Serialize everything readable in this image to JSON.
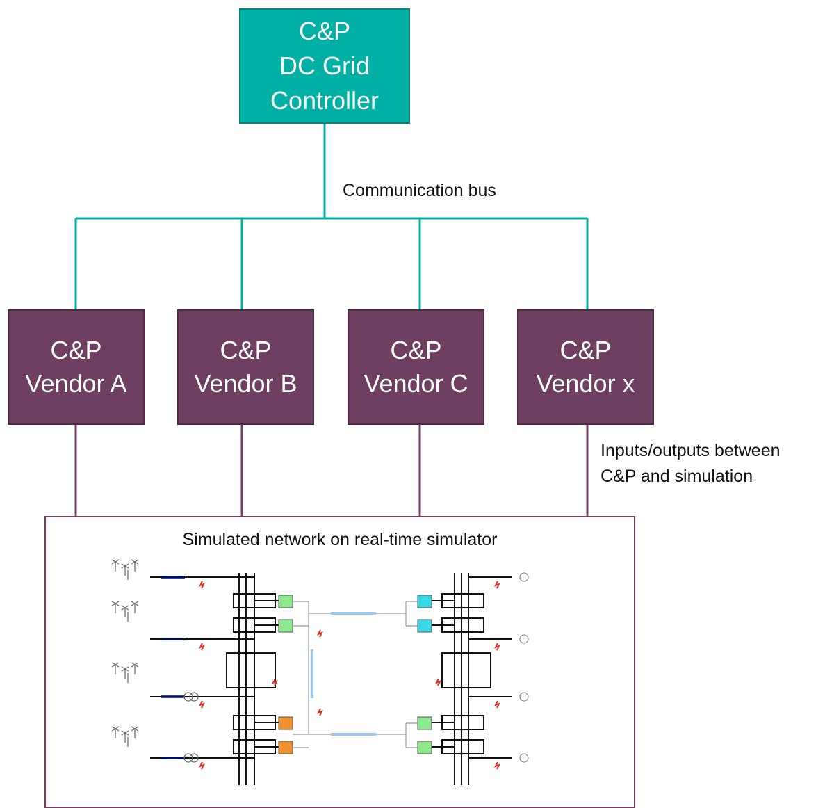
{
  "controller": {
    "line1": "C&P",
    "line2": "DC Grid",
    "line3": "Controller"
  },
  "bus_label": "Communication bus",
  "vendors": [
    {
      "line1": "C&P",
      "line2": "Vendor A"
    },
    {
      "line1": "C&P",
      "line2": "Vendor B"
    },
    {
      "line1": "C&P",
      "line2": "Vendor C"
    },
    {
      "line1": "C&P",
      "line2": "Vendor x"
    }
  ],
  "io_label": {
    "line1": "Inputs/outputs between",
    "line2": "C&P and simulation"
  },
  "simulator": {
    "title": "Simulated network on real-time simulator"
  },
  "colors": {
    "controller": "#00B0A4",
    "vendor": "#6E3F60",
    "bus": "#00B0A4",
    "io": "#6E3F60"
  }
}
